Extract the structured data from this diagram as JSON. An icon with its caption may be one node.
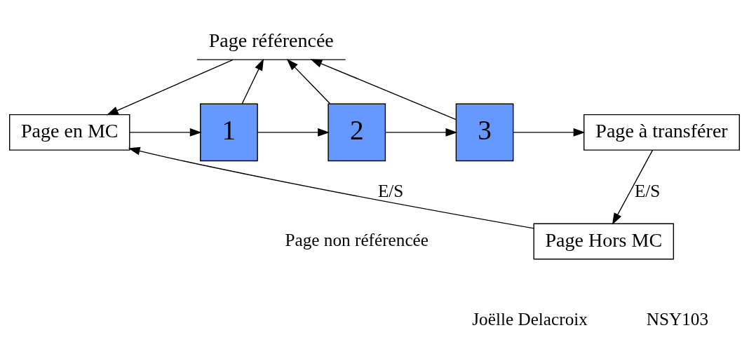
{
  "diagram": {
    "nodes": [
      {
        "text": [
          "Page référencée"
        ]
      },
      {
        "text": [
          "Page en MC"
        ]
      },
      {
        "text": [
          "1"
        ]
      },
      {
        "text": [
          "2"
        ]
      },
      {
        "text": [
          "3"
        ]
      },
      {
        "text": [
          "Page à transférer"
        ]
      },
      {
        "text": [
          "Page Hors MC"
        ]
      }
    ],
    "edges": [
      {
        "from": 0,
        "to": 1,
        "arrow": "to"
      },
      {
        "from": 2,
        "to": 0,
        "arrow": "to"
      },
      {
        "from": 3,
        "to": 0,
        "arrow": "to"
      },
      {
        "from": 4,
        "to": 0,
        "arrow": "to"
      },
      {
        "from": 1,
        "to": 2,
        "arrow": "to"
      },
      {
        "from": 2,
        "to": 3,
        "arrow": "to"
      },
      {
        "from": 3,
        "to": 4,
        "arrow": "to"
      },
      {
        "from": 4,
        "to": 5,
        "arrow": "to"
      },
      {
        "from": 5,
        "to": 6,
        "label": "E/S",
        "arrow": "to"
      },
      {
        "from": 6,
        "to": 1,
        "label": "E/S",
        "arrow": "to"
      }
    ],
    "labels": [
      "Page non référencée",
      "Joëlle Delacroix",
      "NSY103"
    ]
  }
}
